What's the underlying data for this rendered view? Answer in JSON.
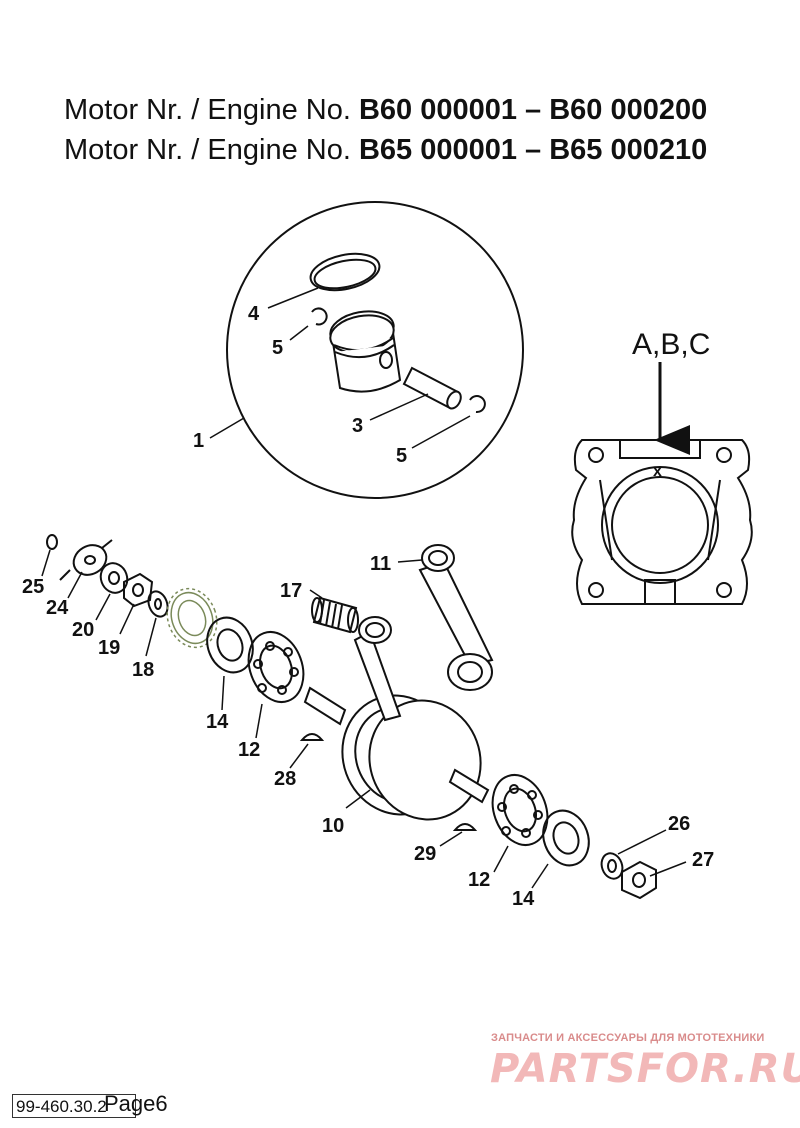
{
  "header": {
    "line1_prefix": "Motor Nr. / Engine No.",
    "line1_range": "B60 000001 – B60 000200",
    "line2_prefix": "Motor Nr. / Engine No.",
    "line2_range": "B65 000001 – B65 000210"
  },
  "cylinder_label": "A,B,C",
  "cylinder_mark": "x",
  "callouts": {
    "c1": "1",
    "c3": "3",
    "c4": "4",
    "c5a": "5",
    "c5b": "5",
    "c10": "10",
    "c11": "11",
    "c12a": "12",
    "c12b": "12",
    "c14a": "14",
    "c14b": "14",
    "c17": "17",
    "c18": "18",
    "c19": "19",
    "c20": "20",
    "c24": "24",
    "c25": "25",
    "c26": "26",
    "c27": "27",
    "c28": "28",
    "c29": "29"
  },
  "footer": {
    "code": "99-460.30.2",
    "page": "Page6"
  },
  "watermark": {
    "tagline": "ЗАПЧАСТИ И АКСЕССУАРЫ ДЛЯ МОТОТЕХНИКИ",
    "logo": "PARTSFOR.RU"
  }
}
